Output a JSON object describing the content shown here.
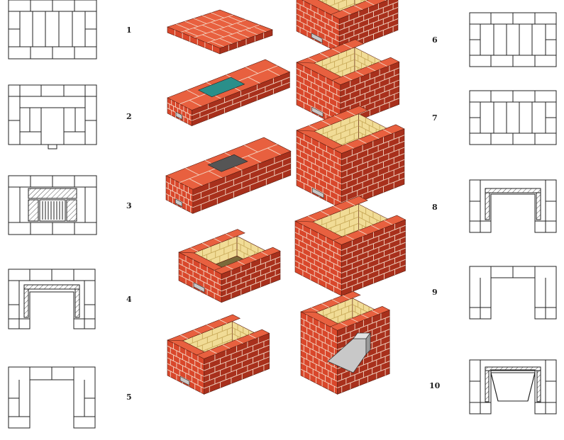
{
  "steps": [
    {
      "number": "1"
    },
    {
      "number": "2"
    },
    {
      "number": "3"
    },
    {
      "number": "4"
    },
    {
      "number": "5"
    },
    {
      "number": "6"
    },
    {
      "number": "7"
    },
    {
      "number": "8"
    },
    {
      "number": "9"
    },
    {
      "number": "10"
    }
  ],
  "colors": {
    "brick": "#d9472b",
    "brick_dark": "#a8301c",
    "brick_light": "#e8603f",
    "mortar": "#f3d6c4",
    "firebrick": "#f1dc96",
    "firebrick_dark": "#d9bf6e",
    "grate": "#555555",
    "steel": "#c8c8c8",
    "line": "#222222"
  }
}
